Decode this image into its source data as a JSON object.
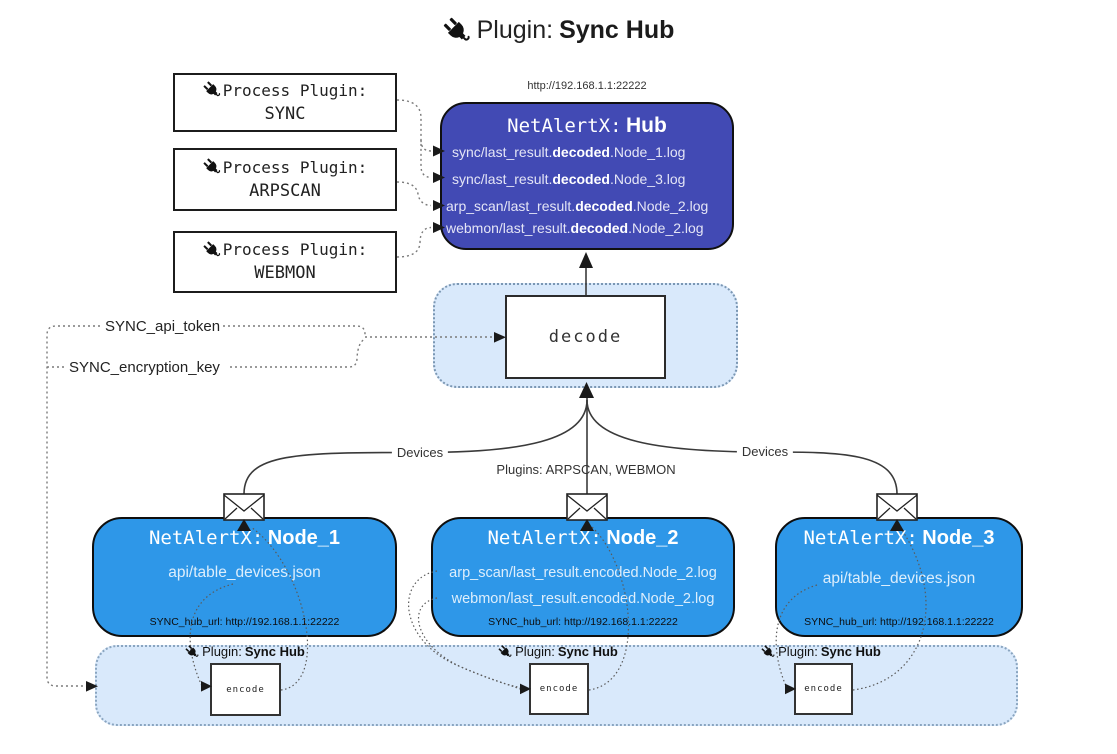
{
  "title": {
    "prefix": "Plugin:",
    "name": "Sync Hub"
  },
  "hub": {
    "url": "http://192.168.1.1:22222",
    "prefix": "NetAlertX:",
    "name": "Hub",
    "lines": [
      {
        "pre": "sync/last_result.",
        "bold": "decoded",
        "post": ".Node_1.log"
      },
      {
        "pre": "sync/last_result.",
        "bold": "decoded",
        "post": ".Node_3.log"
      },
      {
        "pre": "arp_scan/last_result.",
        "bold": "decoded",
        "post": ".Node_2.log"
      },
      {
        "pre": "webmon/last_result.",
        "bold": "decoded",
        "post": ".Node_2.log"
      }
    ]
  },
  "plugins": [
    {
      "label": "Process Plugin:",
      "name": "SYNC"
    },
    {
      "label": "Process Plugin:",
      "name": "ARPSCAN"
    },
    {
      "label": "Process Plugin:",
      "name": "WEBMON"
    }
  ],
  "settings": {
    "api_token": "SYNC_api_token",
    "encryption_key": "SYNC_encryption_key"
  },
  "decode_label": "decode",
  "flows": {
    "devices_left": "Devices",
    "plugins_center": "Plugins: ARPSCAN, WEBMON",
    "devices_right": "Devices"
  },
  "nodes": [
    {
      "prefix": "NetAlertX:",
      "name": "Node_1",
      "files": [
        "api/table_devices.json"
      ],
      "hub_url": "SYNC_hub_url: http://192.168.1.1:22222"
    },
    {
      "prefix": "NetAlertX:",
      "name": "Node_2",
      "files": [
        "arp_scan/last_result.encoded.Node_2.log",
        "webmon/last_result.encoded.Node_2.log"
      ],
      "hub_url": "SYNC_hub_url: http://192.168.1.1:22222"
    },
    {
      "prefix": "NetAlertX:",
      "name": "Node_3",
      "files": [
        "api/table_devices.json"
      ],
      "hub_url": "SYNC_hub_url: http://192.168.1.1:22222"
    }
  ],
  "encoders": [
    {
      "prefix": "Plugin:",
      "name": "Sync Hub",
      "label": "encode"
    },
    {
      "prefix": "Plugin:",
      "name": "Sync Hub",
      "label": "encode"
    },
    {
      "prefix": "Plugin:",
      "name": "Sync Hub",
      "label": "encode"
    }
  ],
  "colors": {
    "hub_fill": "#424ab4",
    "node_fill": "#2e97e8",
    "panel_fill": "#d9e9fb",
    "panel_border": "#7b97b3",
    "line": "#3a3a3a"
  }
}
